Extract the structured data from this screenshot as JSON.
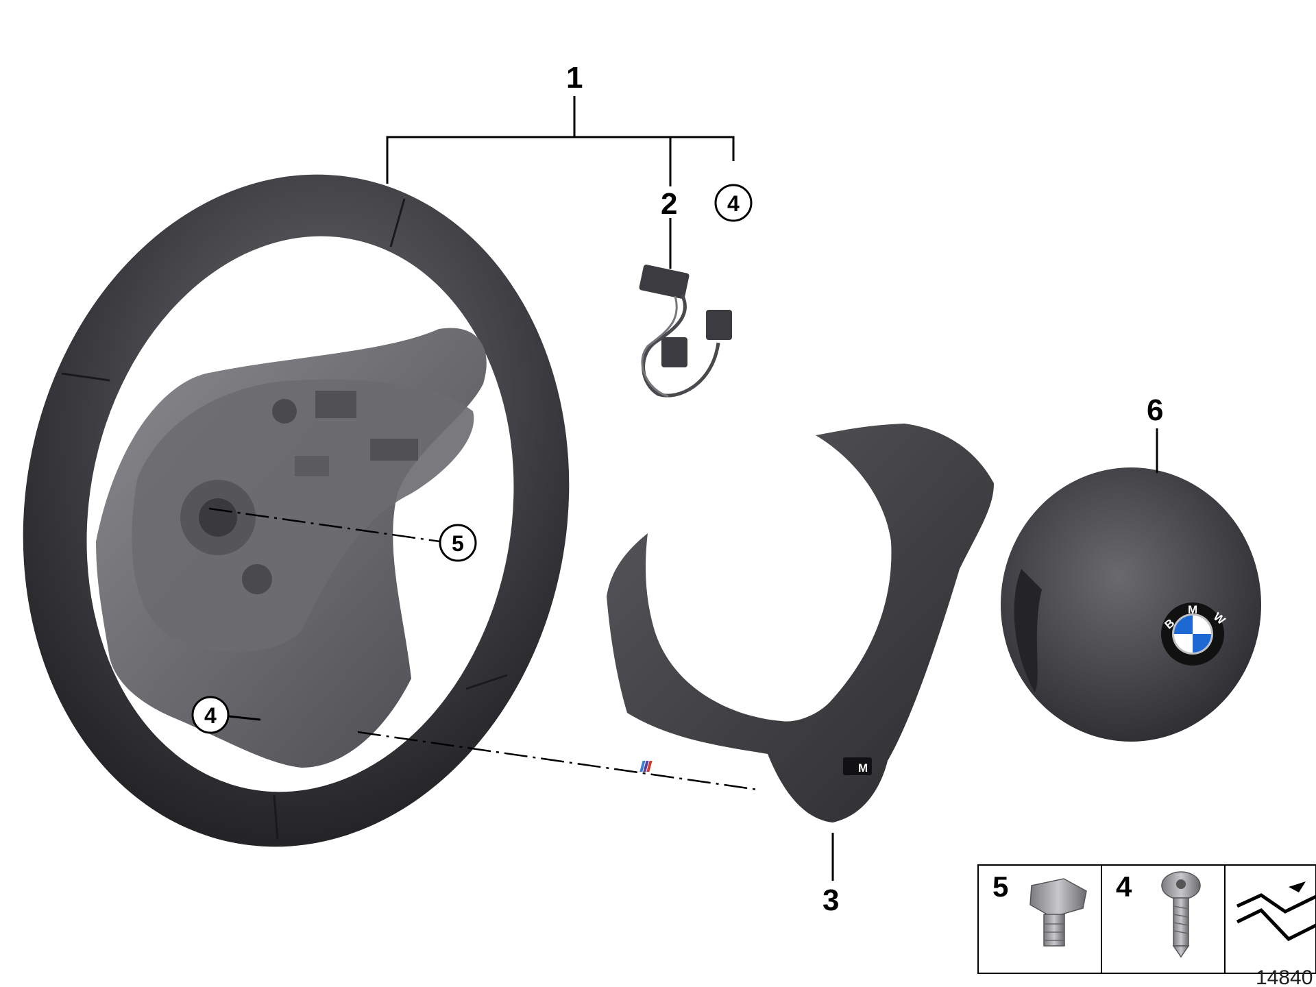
{
  "callouts": {
    "c1": "1",
    "c2": "2",
    "c3": "3",
    "c6": "6",
    "c4_top": "4",
    "c4_left": "4",
    "c5": "5"
  },
  "legend": {
    "items": [
      {
        "label": "5"
      },
      {
        "label": "4"
      }
    ]
  },
  "logo": {
    "letters": [
      "B",
      "M",
      "W"
    ],
    "badge_text": "M",
    "colors": {
      "blue": "#1c69d4",
      "ring": "#111111"
    }
  },
  "footer": {
    "code": "14840"
  }
}
